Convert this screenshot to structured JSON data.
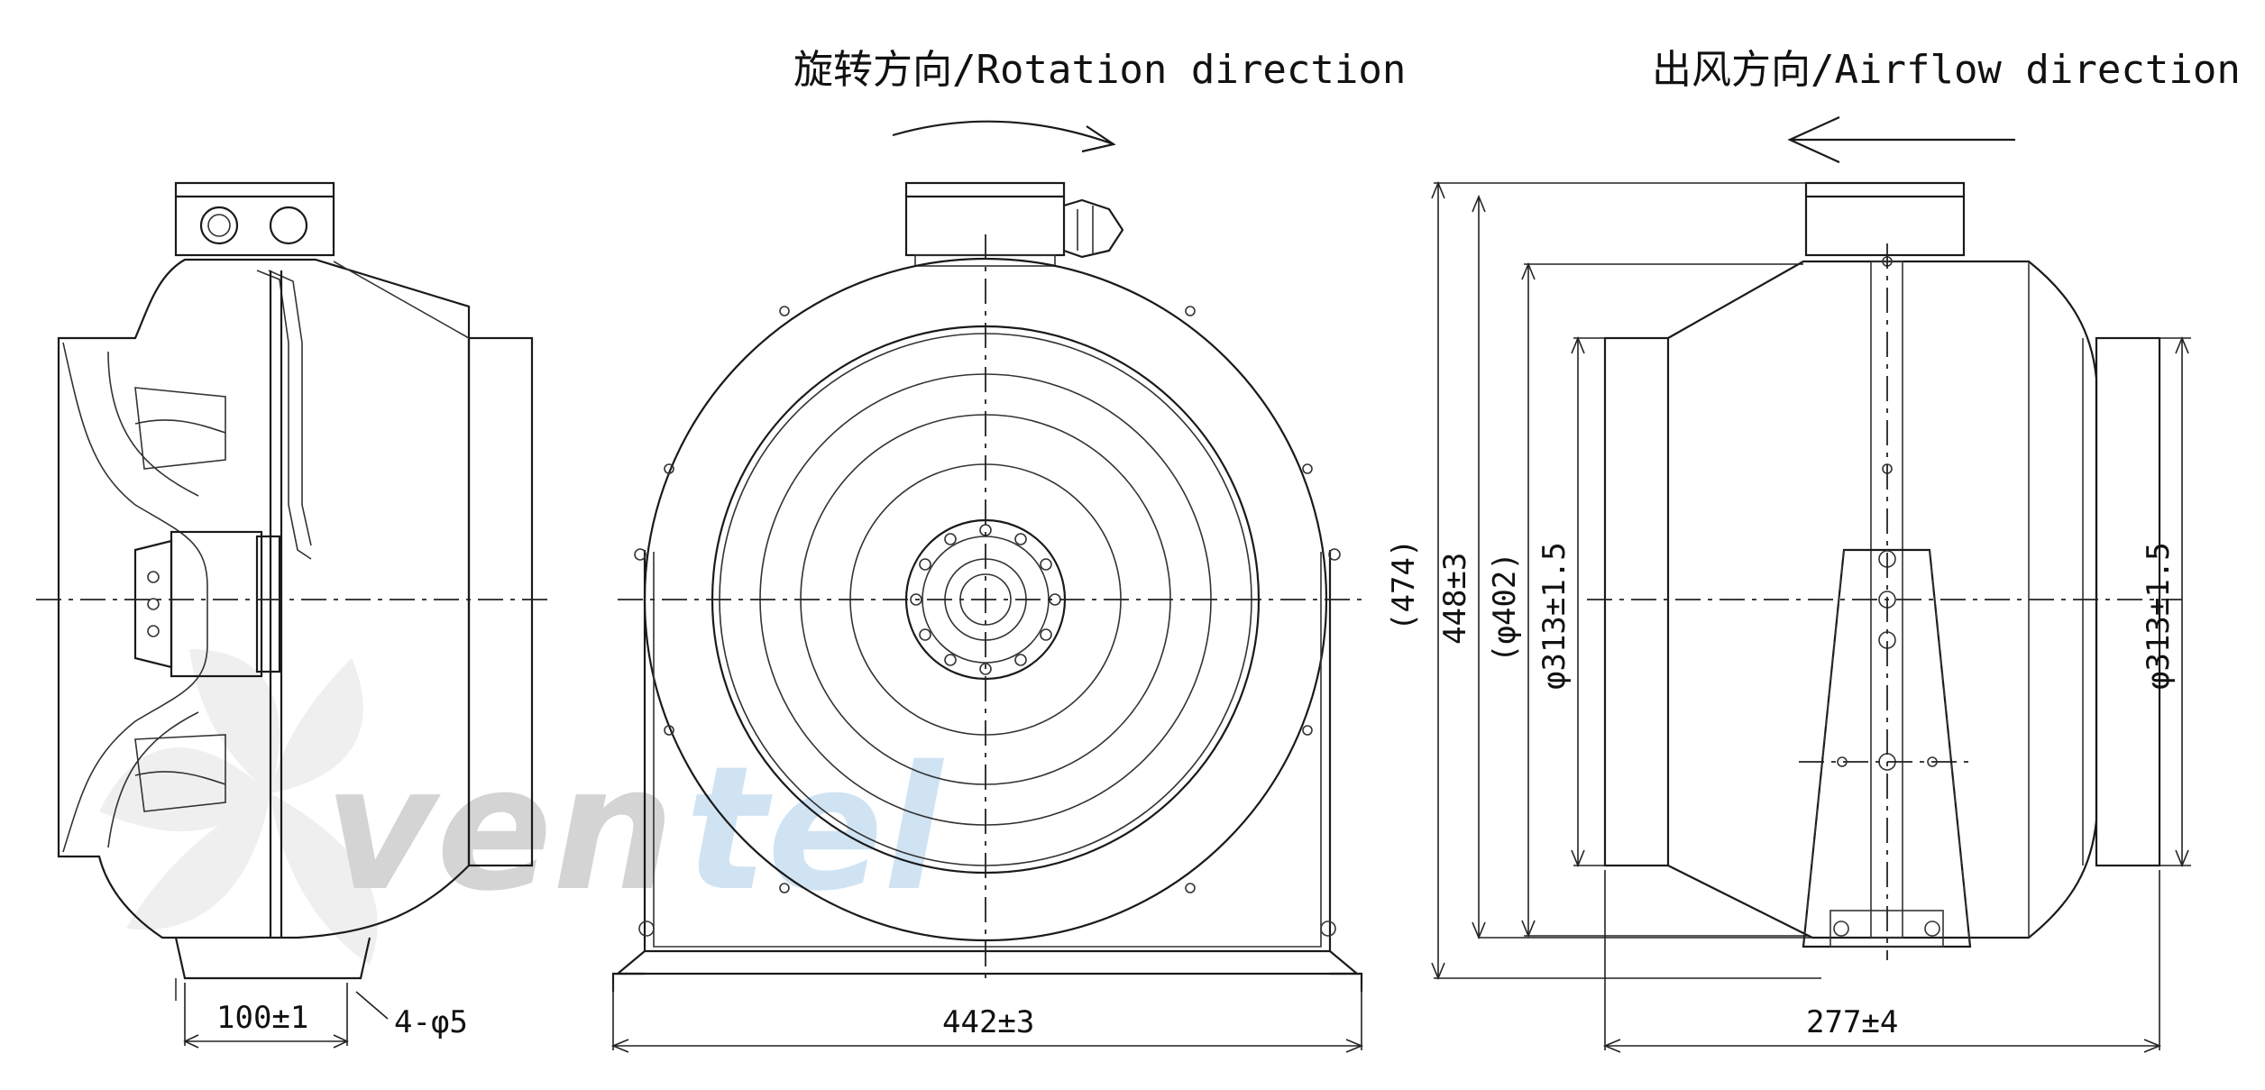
{
  "colors": {
    "line": "#1a1a1a",
    "background": "#ffffff",
    "watermark_gray": "#d9d9d9",
    "watermark_blue": "#cfe3f3"
  },
  "captions": {
    "rotation": "旋转方向/Rotation direction",
    "airflow": "出风方向/Airflow direction"
  },
  "dimensions": {
    "side_base_width": "100±1",
    "mount_holes": "4-φ5",
    "front_width": "442±3",
    "overall_height": "(474)",
    "housing_height": "448±3",
    "body_diameter": "(φ402)",
    "inlet_diameter": "φ313±1.5",
    "outlet_diameter": "φ313±1.5",
    "rear_length": "277±4"
  },
  "watermark": {
    "part1": "ven",
    "part2": "tel"
  }
}
